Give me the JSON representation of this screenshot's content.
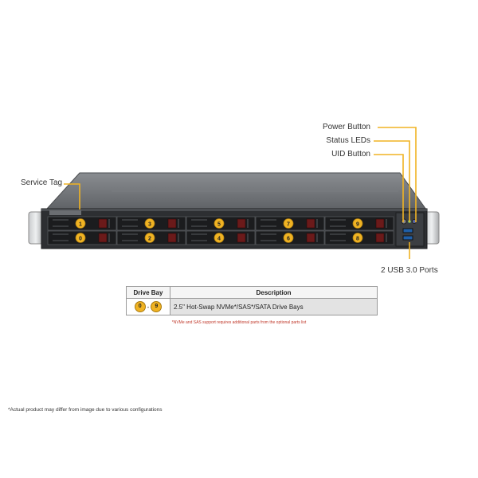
{
  "callouts": {
    "power_button": "Power Button",
    "status_leds": "Status LEDs",
    "uid_button": "UID Button",
    "service_tag": "Service Tag",
    "usb_ports": "2 USB 3.0 Ports"
  },
  "drive_bays": {
    "top_row": [
      "1",
      "3",
      "5",
      "7",
      "9"
    ],
    "bottom_row": [
      "0",
      "2",
      "4",
      "6",
      "8"
    ]
  },
  "table": {
    "headers": {
      "bay": "Drive Bay",
      "description": "Description"
    },
    "row": {
      "bay_from": "0",
      "bay_sep": "-",
      "bay_to": "9",
      "description": "2.5\" Hot-Swap NVMe*/SAS*/SATA Drive Bays"
    }
  },
  "footnote": "*NVMe and SAS support requires additional parts from the optional parts list",
  "disclaimer": "*Actual product may differ from image due to various configurations",
  "colors": {
    "callout_line": "#f0b323",
    "badge": "#f0b323",
    "footnote": "#c0392b"
  }
}
